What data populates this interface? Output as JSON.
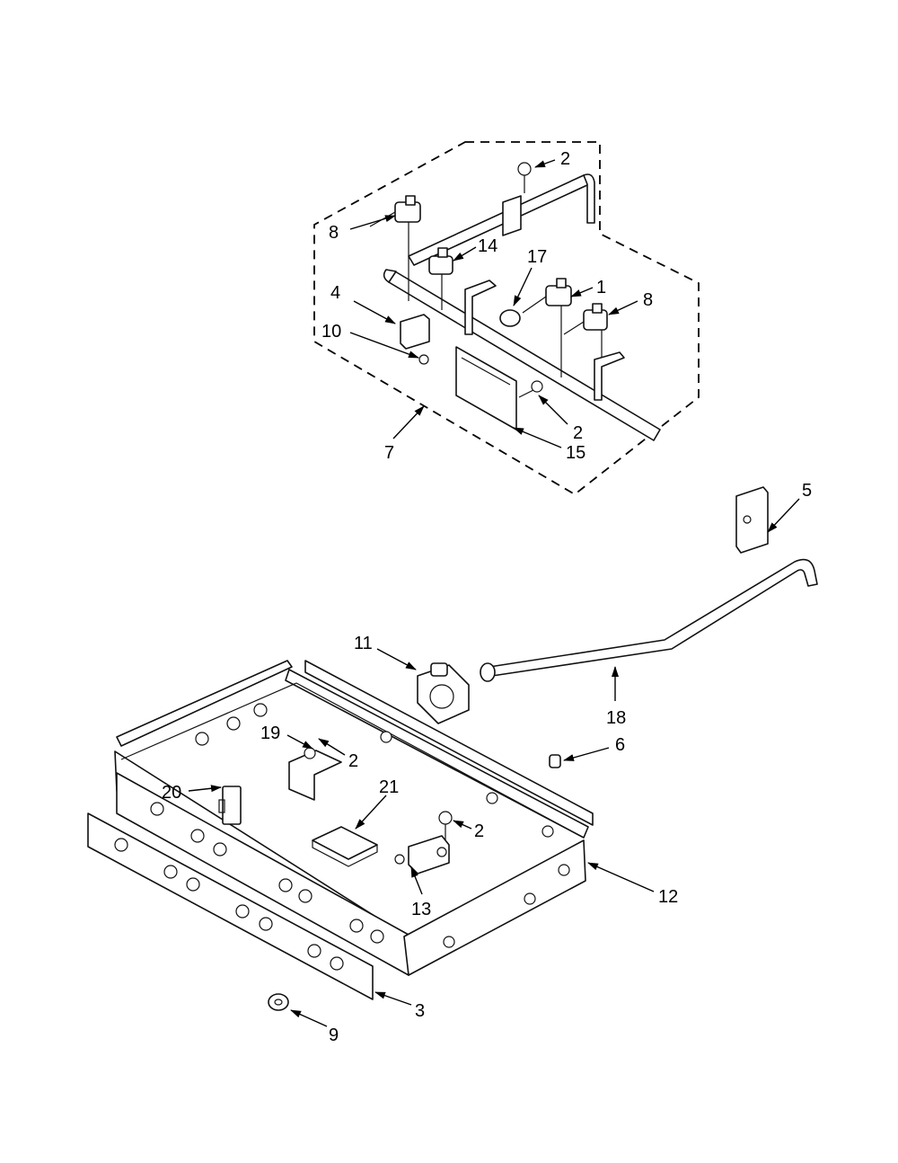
{
  "callouts": [
    {
      "id": "c2a",
      "text": "2"
    },
    {
      "id": "c8a",
      "text": "8"
    },
    {
      "id": "c14",
      "text": "14"
    },
    {
      "id": "c17",
      "text": "17"
    },
    {
      "id": "c1",
      "text": "1"
    },
    {
      "id": "c8b",
      "text": "8"
    },
    {
      "id": "c4",
      "text": "4"
    },
    {
      "id": "c10",
      "text": "10"
    },
    {
      "id": "c2b",
      "text": "2"
    },
    {
      "id": "c15",
      "text": "15"
    },
    {
      "id": "c7",
      "text": "7"
    },
    {
      "id": "c5",
      "text": "5"
    },
    {
      "id": "c11",
      "text": "11"
    },
    {
      "id": "c18",
      "text": "18"
    },
    {
      "id": "c19",
      "text": "19"
    },
    {
      "id": "c2c",
      "text": "2"
    },
    {
      "id": "c6",
      "text": "6"
    },
    {
      "id": "c20",
      "text": "20"
    },
    {
      "id": "c21",
      "text": "21"
    },
    {
      "id": "c2d",
      "text": "2"
    },
    {
      "id": "c12",
      "text": "12"
    },
    {
      "id": "c13",
      "text": "13"
    },
    {
      "id": "c3",
      "text": "3"
    },
    {
      "id": "c9",
      "text": "9"
    }
  ]
}
